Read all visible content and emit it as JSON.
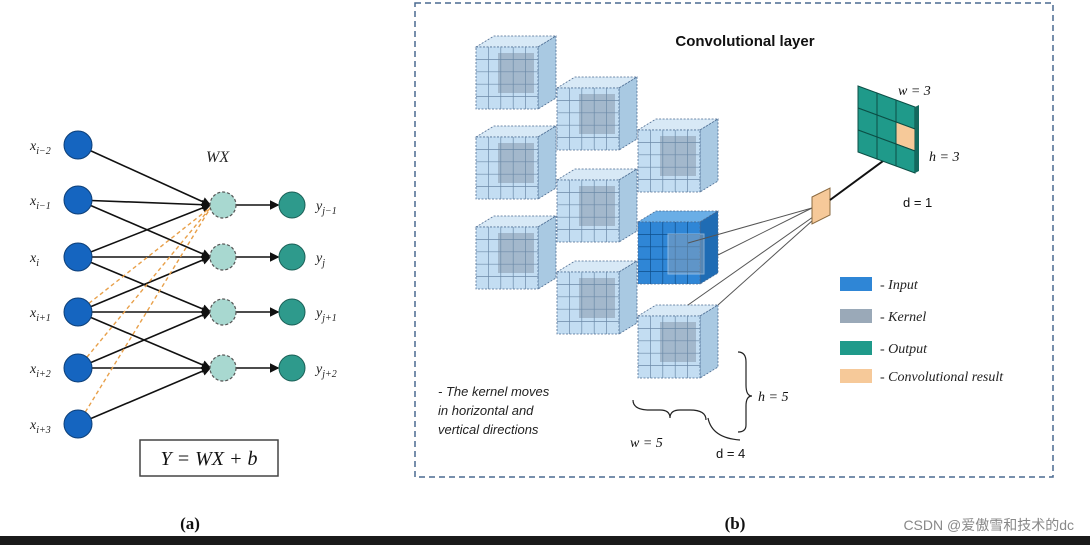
{
  "panel_a": {
    "caption": "(a)",
    "wx_label": "WX",
    "equation": "Y = WX + b",
    "inputs": [
      {
        "base": "x",
        "sub": "i−2"
      },
      {
        "base": "x",
        "sub": "i−1"
      },
      {
        "base": "x",
        "sub": "i"
      },
      {
        "base": "x",
        "sub": "i+1"
      },
      {
        "base": "x",
        "sub": "i+2"
      },
      {
        "base": "x",
        "sub": "i+3"
      }
    ],
    "outputs": [
      {
        "base": "y",
        "sub": "j−1"
      },
      {
        "base": "y",
        "sub": "j"
      },
      {
        "base": "y",
        "sub": "j+1"
      },
      {
        "base": "y",
        "sub": "j+2"
      }
    ],
    "colors": {
      "input_node": "#1565c0",
      "hidden_node": "#a8d8d0",
      "output_node": "#2e9a8c",
      "dashed_edge": "#e8a04a"
    }
  },
  "panel_b": {
    "caption": "(b)",
    "title": "Convolutional layer",
    "kernel_note": [
      "- The kernel moves",
      "in horizontal and",
      "vertical directions"
    ],
    "dims_input": {
      "w": "w = 5",
      "h": "h = 5",
      "d": "d = 4"
    },
    "dims_output": {
      "w": "w = 3",
      "h": "h = 3",
      "d": "d = 1"
    },
    "legend": [
      {
        "label": "- Input",
        "color": "#2f86d6"
      },
      {
        "label": "- Kernel",
        "color": "#9aa9b8"
      },
      {
        "label": "- Output",
        "color": "#1f9a8a"
      },
      {
        "label": "- Convolutional result",
        "color": "#f6c999"
      }
    ]
  },
  "watermark": "CSDN @爱傲雪和技术的dc"
}
